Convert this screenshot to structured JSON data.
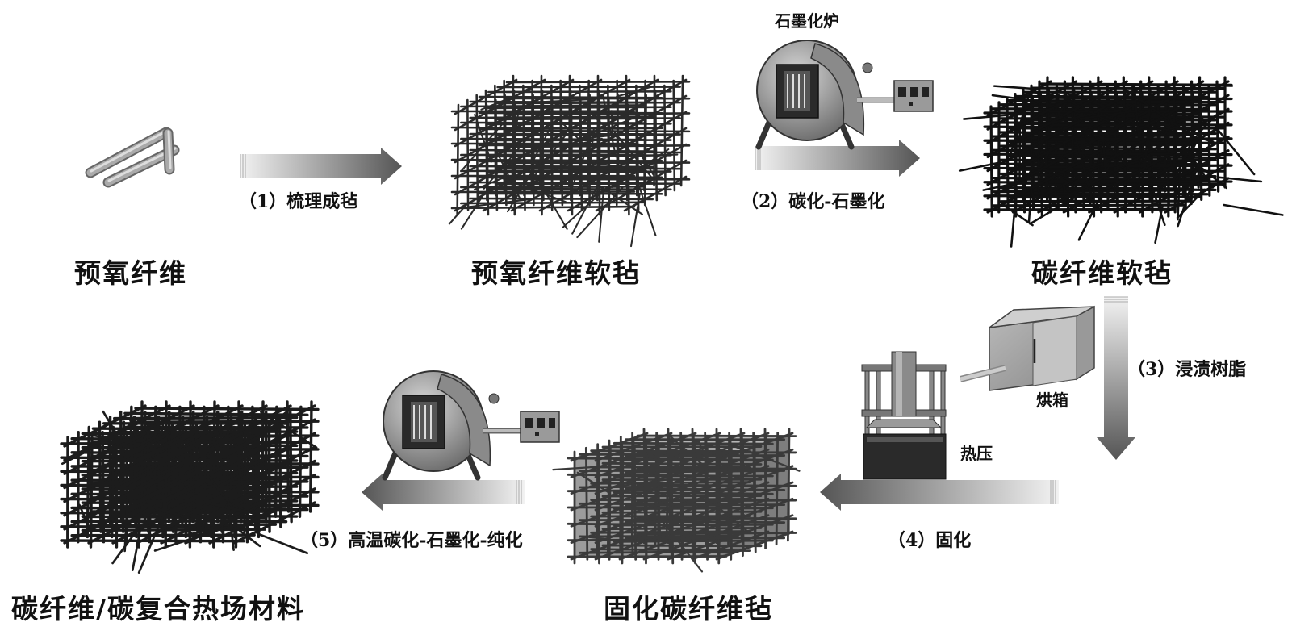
{
  "materials": {
    "preox_fiber": "预氧纤维",
    "preox_felt": "预氧纤维软毡",
    "carbon_felt": "碳纤维软毡",
    "cured_felt": "固化碳纤维毡",
    "composite": "碳纤维/碳复合热场材料"
  },
  "steps": {
    "s1": "（1）梳理成毡",
    "s2": "（2）碳化-石墨化",
    "s3": "（3）浸渍树脂",
    "s4": "（4）固化",
    "s5": "（5）高温碳化-石墨化-纯化"
  },
  "equipment": {
    "furnace": "石墨化炉",
    "oven": "烘箱",
    "press": "热压"
  }
}
